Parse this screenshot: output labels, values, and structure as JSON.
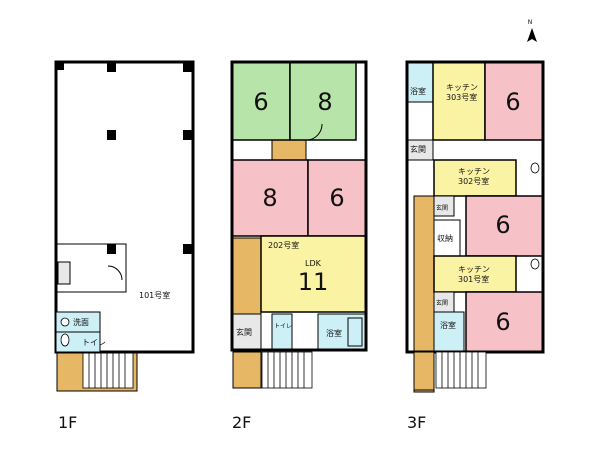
{
  "compass": {
    "north": "N"
  },
  "floors": [
    {
      "label": "1F",
      "rooms": {
        "unit": "101号室",
        "washroom": "洗面",
        "toilet": "トイレ"
      }
    },
    {
      "label": "2F",
      "rooms": {
        "tatami_left": "6",
        "tatami_right": "8",
        "western_left": "8",
        "western_right": "6",
        "unit": "202号室",
        "ldk": "LDK",
        "ldk_size": "11",
        "entrance": "玄関",
        "toilet": "トイレ",
        "bath": "浴室"
      }
    },
    {
      "label": "3F",
      "rooms": {
        "bath_top": "浴室",
        "kitchen_303": "キッチン",
        "unit_303": "303号室",
        "room_303": "6",
        "entrance_main": "玄関",
        "kitchen_302": "キッチン",
        "unit_302": "302号室",
        "entrance_302": "玄関",
        "storage": "収納",
        "room_302": "6",
        "kitchen_301": "キッチン",
        "unit_301": "301号室",
        "entrance_301": "玄関",
        "bath_bottom": "浴室",
        "room_301": "6"
      }
    }
  ]
}
